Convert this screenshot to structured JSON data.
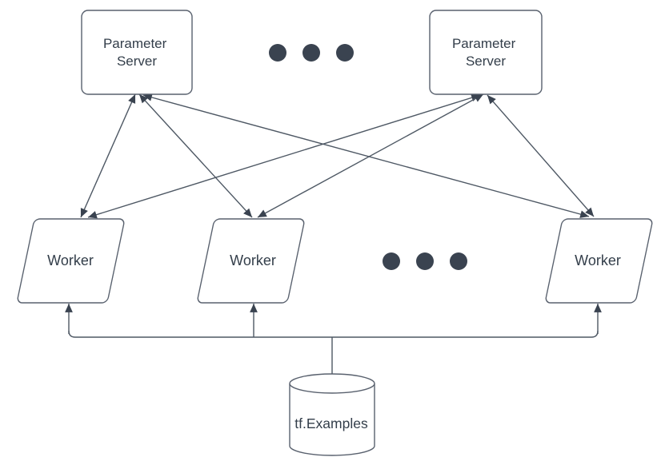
{
  "diagram": {
    "title": "Parameter server distributed training architecture",
    "nodes": {
      "parameter_server_1": {
        "shape": "rounded-rectangle",
        "label": "Parameter Server",
        "lines": [
          "Parameter",
          "Server"
        ]
      },
      "parameter_server_2": {
        "shape": "rounded-rectangle",
        "label": "Parameter Server",
        "lines": [
          "Parameter",
          "Server"
        ]
      },
      "worker_1": {
        "shape": "parallelogram",
        "label": "Worker"
      },
      "worker_2": {
        "shape": "parallelogram",
        "label": "Worker"
      },
      "worker_3": {
        "shape": "parallelogram",
        "label": "Worker"
      },
      "datastore": {
        "shape": "cylinder",
        "label": "tf.Examples"
      }
    },
    "icons": {
      "ellipsis_top": "ellipsis-dots-icon",
      "ellipsis_middle": "ellipsis-dots-icon"
    },
    "edges": [
      {
        "from": "parameter-server-1",
        "to": "worker-1",
        "type": "bidirectional-arrow"
      },
      {
        "from": "parameter-server-1",
        "to": "worker-2",
        "type": "bidirectional-arrow"
      },
      {
        "from": "parameter-server-1",
        "to": "worker-3",
        "type": "bidirectional-arrow"
      },
      {
        "from": "parameter-server-2",
        "to": "worker-1",
        "type": "bidirectional-arrow"
      },
      {
        "from": "parameter-server-2",
        "to": "worker-2",
        "type": "bidirectional-arrow"
      },
      {
        "from": "parameter-server-2",
        "to": "worker-3",
        "type": "bidirectional-arrow"
      },
      {
        "from": "datastore",
        "to": "worker-1",
        "type": "arrow"
      },
      {
        "from": "datastore",
        "to": "worker-2",
        "type": "arrow"
      },
      {
        "from": "datastore",
        "to": "worker-3",
        "type": "arrow"
      }
    ],
    "colors": {
      "background": "#ffffff",
      "line": "#4e5864",
      "node_stroke": "#59616e",
      "node_fill": "#ffffff",
      "dark_fill": "#3a4350",
      "text": "#333e4a"
    }
  }
}
